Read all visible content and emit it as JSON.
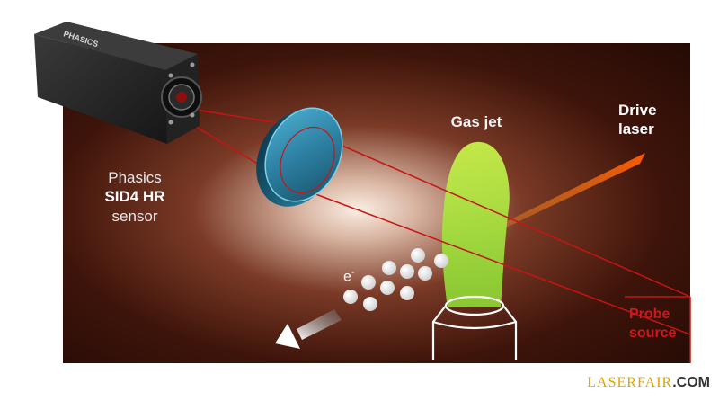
{
  "labels": {
    "sensor_line1": "Phasics",
    "sensor_line2": "SID4 HR",
    "sensor_line3": "sensor",
    "gas_jet": "Gas jet",
    "drive_line1": "Drive",
    "drive_line2": "laser",
    "probe_line1": "Probe",
    "probe_line2": "source",
    "electron": "e",
    "electron_sup": "-"
  },
  "camera": {
    "brand_text": "PHASICS"
  },
  "watermark": {
    "main": "LASERFAIR",
    "tld": ".COM"
  },
  "colors": {
    "background_dark": "#2a0d06",
    "background_glow": "#f4e4d8",
    "probe_beam": "#c81414",
    "drive_beam": "#ff6a00",
    "gas_jet": "#a8e43a",
    "lens": "#2f7f9e",
    "camera_body": "#1c1c1c",
    "electron": "#f2f2f2"
  }
}
